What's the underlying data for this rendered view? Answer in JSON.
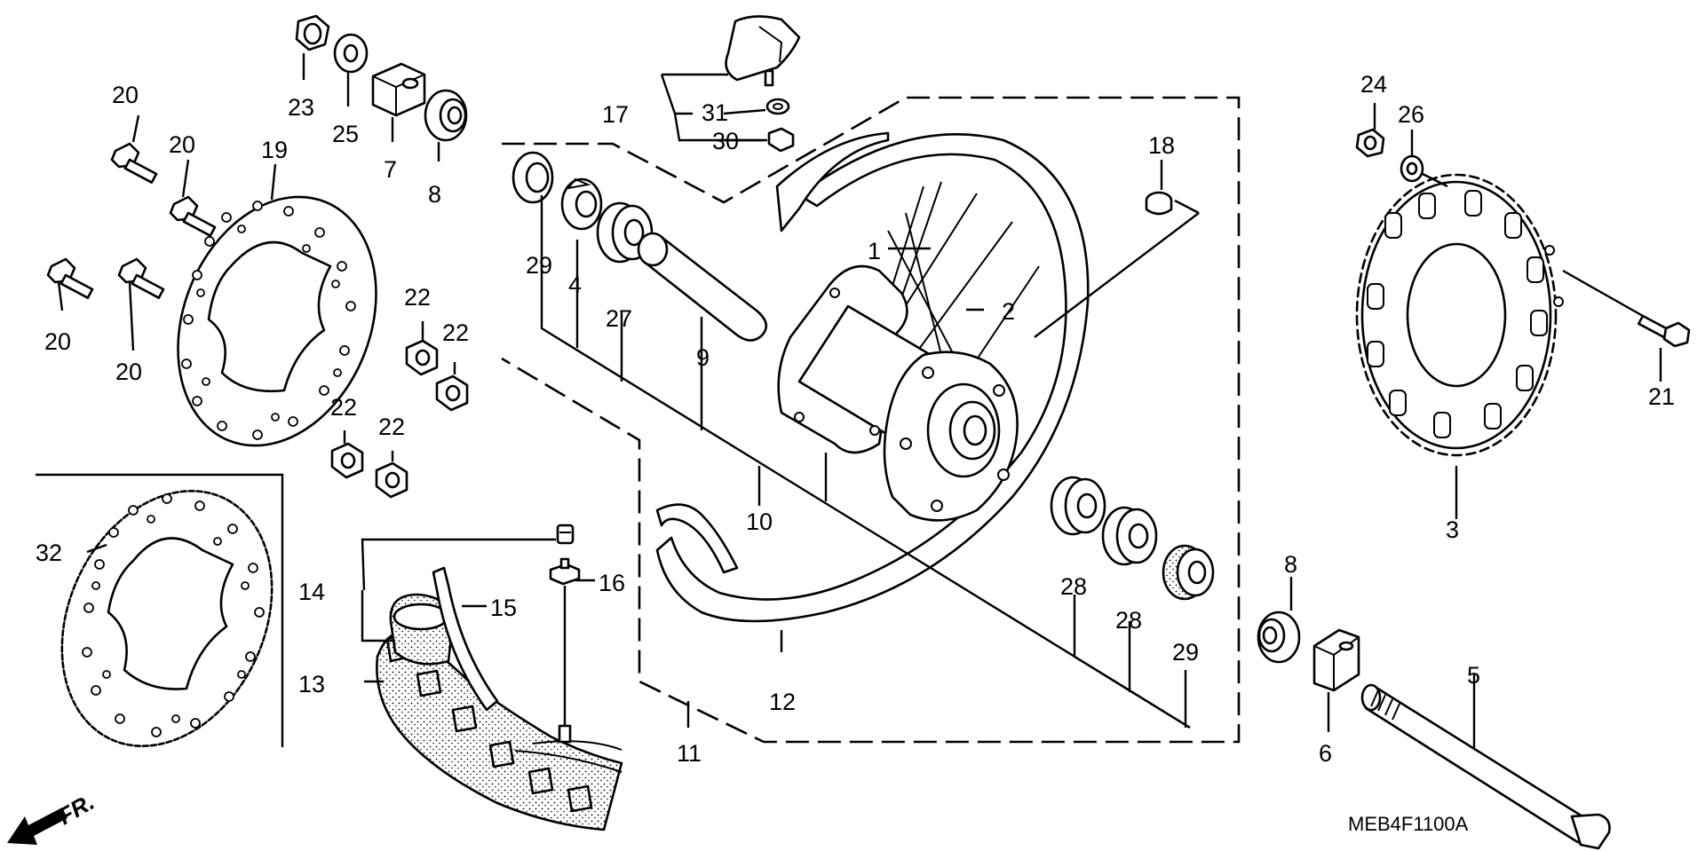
{
  "diagram": {
    "labels": {
      "n1": "1",
      "n2": "2",
      "n3": "3",
      "n4": "4",
      "n5": "5",
      "n6": "6",
      "n7": "7",
      "n8a": "8",
      "n8b": "8",
      "n9": "9",
      "n10": "10",
      "n11": "11",
      "n12": "12",
      "n13": "13",
      "n14": "14",
      "n15": "15",
      "n16": "16",
      "n17": "17",
      "n18": "18",
      "n19": "19",
      "n20a": "20",
      "n20b": "20",
      "n20c": "20",
      "n20d": "20",
      "n21": "21",
      "n22a": "22",
      "n22b": "22",
      "n22c": "22",
      "n22d": "22",
      "n23": "23",
      "n24": "24",
      "n25": "25",
      "n26": "26",
      "n27": "27",
      "n28a": "28",
      "n28b": "28",
      "n29a": "29",
      "n29b": "29",
      "n30": "30",
      "n31": "31",
      "n32": "32"
    },
    "drawing_code": "MEB4F1100A",
    "direction_label": "FR."
  }
}
